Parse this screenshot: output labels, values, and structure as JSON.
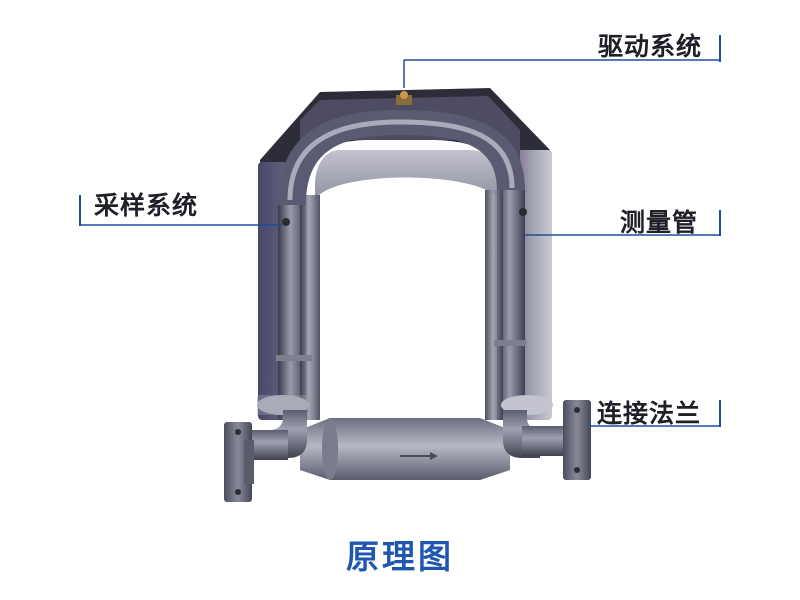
{
  "labels": {
    "drive_system": "驱动系统",
    "sampling_system": "采样系统",
    "measuring_tube": "测量管",
    "connection_flange": "连接法兰"
  },
  "caption": "原理图",
  "colors": {
    "accent_blue": "#1d4e9c",
    "caption_blue": "#1f57b0",
    "text_dark": "#1f1f2a"
  }
}
